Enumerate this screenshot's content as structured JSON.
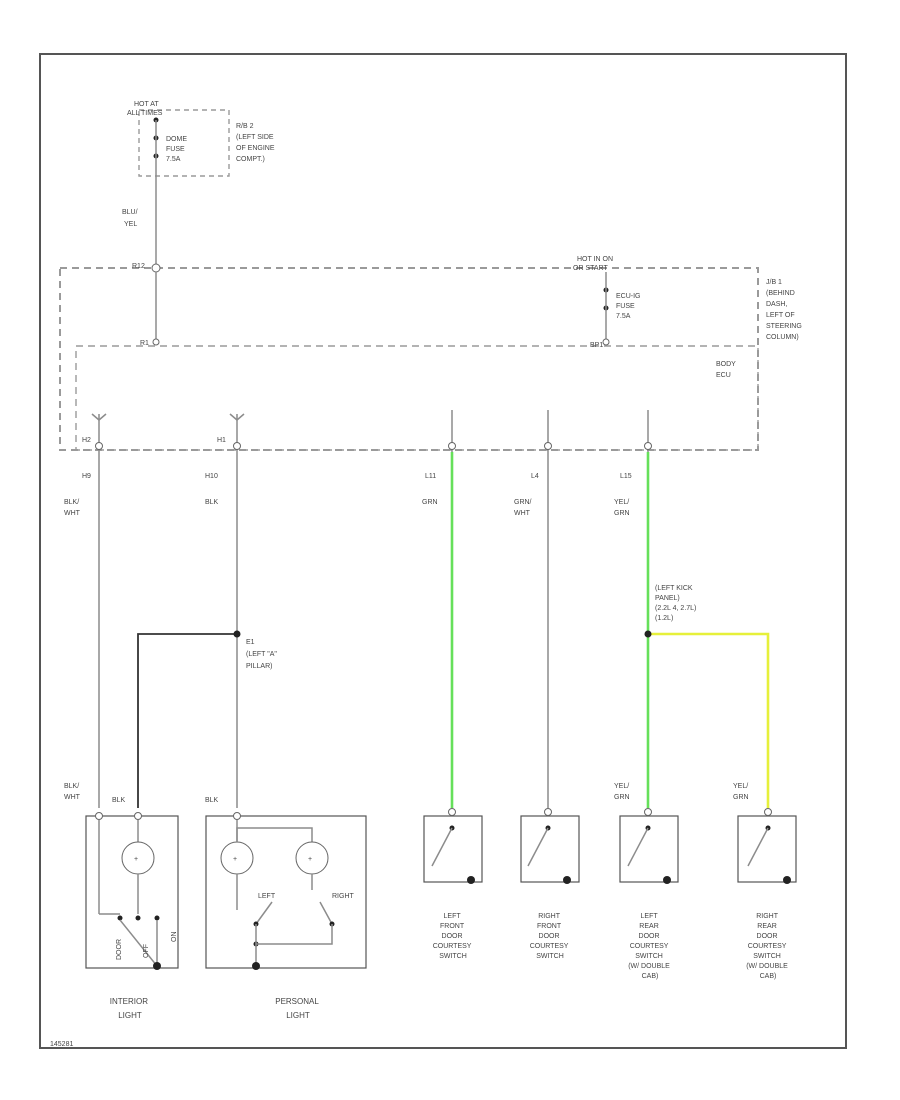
{
  "fuse_top": {
    "hot_label": [
      "HOT AT",
      "ALL TIMES"
    ],
    "fuse_label": [
      "DOME",
      "FUSE",
      "7.5A"
    ],
    "location": [
      "R/B 2",
      "(LEFT SIDE",
      "OF ENGINE",
      "COMPT.)"
    ]
  },
  "wire_top": [
    "BLU/",
    "YEL"
  ],
  "jb": {
    "pin_top": "R12",
    "hot_label": [
      "HOT IN ON",
      "OR START"
    ],
    "fuse_label": [
      "ECU-IG",
      "FUSE",
      "7.5A"
    ],
    "pin_ecu": "BP1",
    "location": [
      "J/B 1",
      "(BEHIND",
      "DASH,",
      "LEFT OF",
      "STEERING",
      "COLUMN)"
    ],
    "ecu_label": [
      "BODY",
      "ECU"
    ],
    "pin_left": "R1",
    "pin_jb_in": "R1"
  },
  "circuits": [
    {
      "pin": "H2",
      "pin_conn": "H9",
      "wire": [
        "BLK/",
        "WHT"
      ]
    },
    {
      "pin": "H1",
      "pin_conn": "H10",
      "wire": [
        "BLK"
      ]
    },
    {
      "pin": "L11",
      "wire": [
        "GRN"
      ]
    },
    {
      "pin": "L4",
      "wire": [
        "GRN/",
        "WHT"
      ]
    },
    {
      "pin": "L15",
      "wire": [
        "YEL/",
        "GRN"
      ]
    }
  ],
  "splice_left": {
    "label": [
      "E1",
      "(LEFT \"A\"",
      "PILLAR)"
    ]
  },
  "splice_right": {
    "label": [
      "(LEFT KICK",
      "PANEL)",
      "(2.2L 4, 2.7L)",
      "(1.2L)"
    ]
  },
  "bottom_wires": {
    "interior_a": [
      "BLK/",
      "WHT"
    ],
    "interior_b": "BLK",
    "personal": "BLK",
    "left_rear": [
      "YEL/",
      "GRN"
    ],
    "right_rear": [
      "YEL/",
      "GRN"
    ]
  },
  "interior_switch": [
    "DOOR",
    "OFF",
    "ON"
  ],
  "personal_switch": {
    "left": "LEFT",
    "right": "RIGHT"
  },
  "components": [
    {
      "name": [
        "INTERIOR",
        "LIGHT"
      ]
    },
    {
      "name": [
        "PERSONAL",
        "LIGHT"
      ]
    },
    {
      "name": [
        "LEFT",
        "FRONT",
        "DOOR",
        "COURTESY",
        "SWITCH"
      ]
    },
    {
      "name": [
        "RIGHT",
        "FRONT",
        "DOOR",
        "COURTESY",
        "SWITCH"
      ]
    },
    {
      "name": [
        "LEFT",
        "REAR",
        "DOOR",
        "COURTESY",
        "SWITCH",
        "(W/ DOUBLE",
        "CAB)"
      ]
    },
    {
      "name": [
        "RIGHT",
        "REAR",
        "DOOR",
        "COURTESY",
        "SWITCH",
        "(W/ DOUBLE",
        "CAB)"
      ]
    }
  ],
  "figure_id": "145281"
}
